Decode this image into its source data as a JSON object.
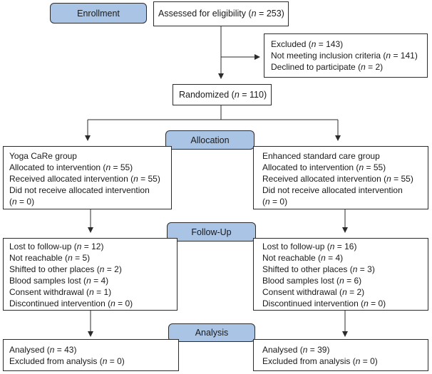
{
  "stages": {
    "enrollment": "Enrollment",
    "allocation": "Allocation",
    "followup": "Follow-Up",
    "analysis": "Analysis"
  },
  "assessed": {
    "text": "Assessed for eligibility",
    "n": "253"
  },
  "excluded": {
    "lines": [
      {
        "text": "Excluded",
        "n": "143"
      },
      {
        "text": "Not meeting inclusion criteria",
        "n": "141"
      },
      {
        "text": "Declined to participate",
        "n": "2"
      }
    ]
  },
  "randomized": {
    "text": "Randomized",
    "n": "110"
  },
  "left": {
    "allocation": {
      "title": "Yoga CaRe group",
      "allocated": {
        "text": "Allocated to intervention",
        "n": "55"
      },
      "received": {
        "text": "Received allocated intervention",
        "n": "55"
      },
      "not_received": {
        "text": "Did not receive allocated intervention",
        "n": "0"
      }
    },
    "followup": [
      {
        "text": "Lost to follow-up",
        "n": "12"
      },
      {
        "text": "Not reachable",
        "n": "5"
      },
      {
        "text": "Shifted to other places",
        "n": "2"
      },
      {
        "text": "Blood samples lost",
        "n": "4"
      },
      {
        "text": "Consent withdrawal",
        "n": "1"
      },
      {
        "text": "Discontinued intervention",
        "n": "0"
      }
    ],
    "analysis": [
      {
        "text": "Analysed",
        "n": "43"
      },
      {
        "text": "Excluded from analysis",
        "n": "0"
      }
    ]
  },
  "right": {
    "allocation": {
      "title": "Enhanced standard care group",
      "allocated": {
        "text": "Allocated to intervention",
        "n": "55"
      },
      "received": {
        "text": "Received allocated intervention",
        "n": "55"
      },
      "not_received": {
        "text": "Did not receive allocated intervention",
        "n": "0"
      }
    },
    "followup": [
      {
        "text": "Lost to follow-up",
        "n": "16"
      },
      {
        "text": "Not reachable",
        "n": "4"
      },
      {
        "text": "Shifted to other places",
        "n": "3"
      },
      {
        "text": "Blood samples lost",
        "n": "6"
      },
      {
        "text": "Consent withdrawal",
        "n": "2"
      },
      {
        "text": "Discontinued intervention",
        "n": "0"
      }
    ],
    "analysis": [
      {
        "text": "Analysed",
        "n": "39"
      },
      {
        "text": "Excluded from analysis",
        "n": "0"
      }
    ]
  },
  "colors": {
    "stage_fill": "#a9c4e4",
    "border": "#2b2b2b"
  }
}
